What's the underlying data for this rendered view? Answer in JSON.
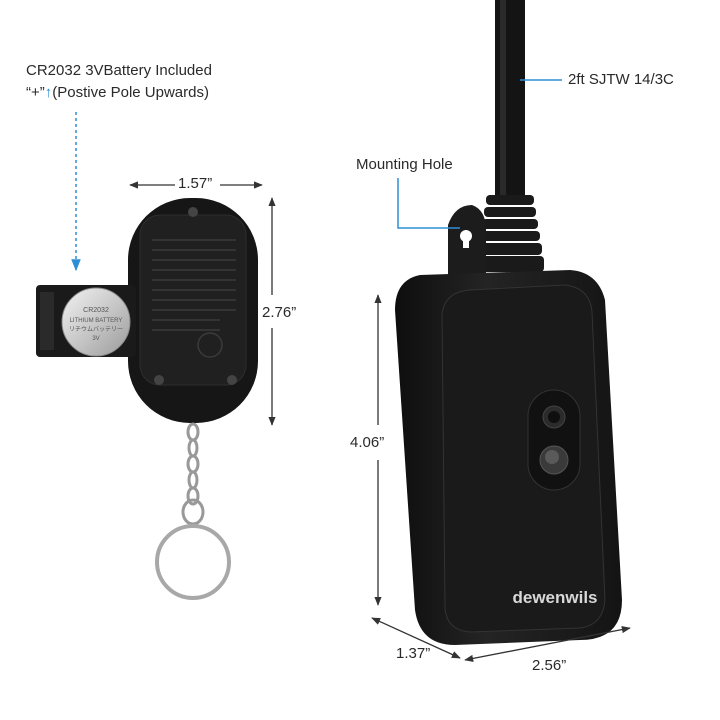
{
  "callouts": {
    "battery_line1": "CR2032 3VBattery Included",
    "battery_line2_prefix": "“+”",
    "battery_line2_arrow": "↑",
    "battery_line2_suffix": "(Postive Pole Upwards)",
    "cord": "2ft SJTW 14/3C",
    "mounting_hole": "Mounting Hole"
  },
  "dimensions": {
    "remote_width": "1.57”",
    "remote_height": "2.76”",
    "outlet_height": "4.06”",
    "outlet_depth": "1.37”",
    "outlet_width": "2.56”"
  },
  "battery_text": {
    "line1": "CR2032",
    "line2": "LITHIUM BATTERY",
    "line3": "リチウムバッテリー",
    "line4": "3V"
  },
  "brand": {
    "name": "dewenwils"
  },
  "colors": {
    "accent_blue": "#2c8fd6",
    "device_black": "#1c1c1c",
    "dim_line": "#333333"
  }
}
